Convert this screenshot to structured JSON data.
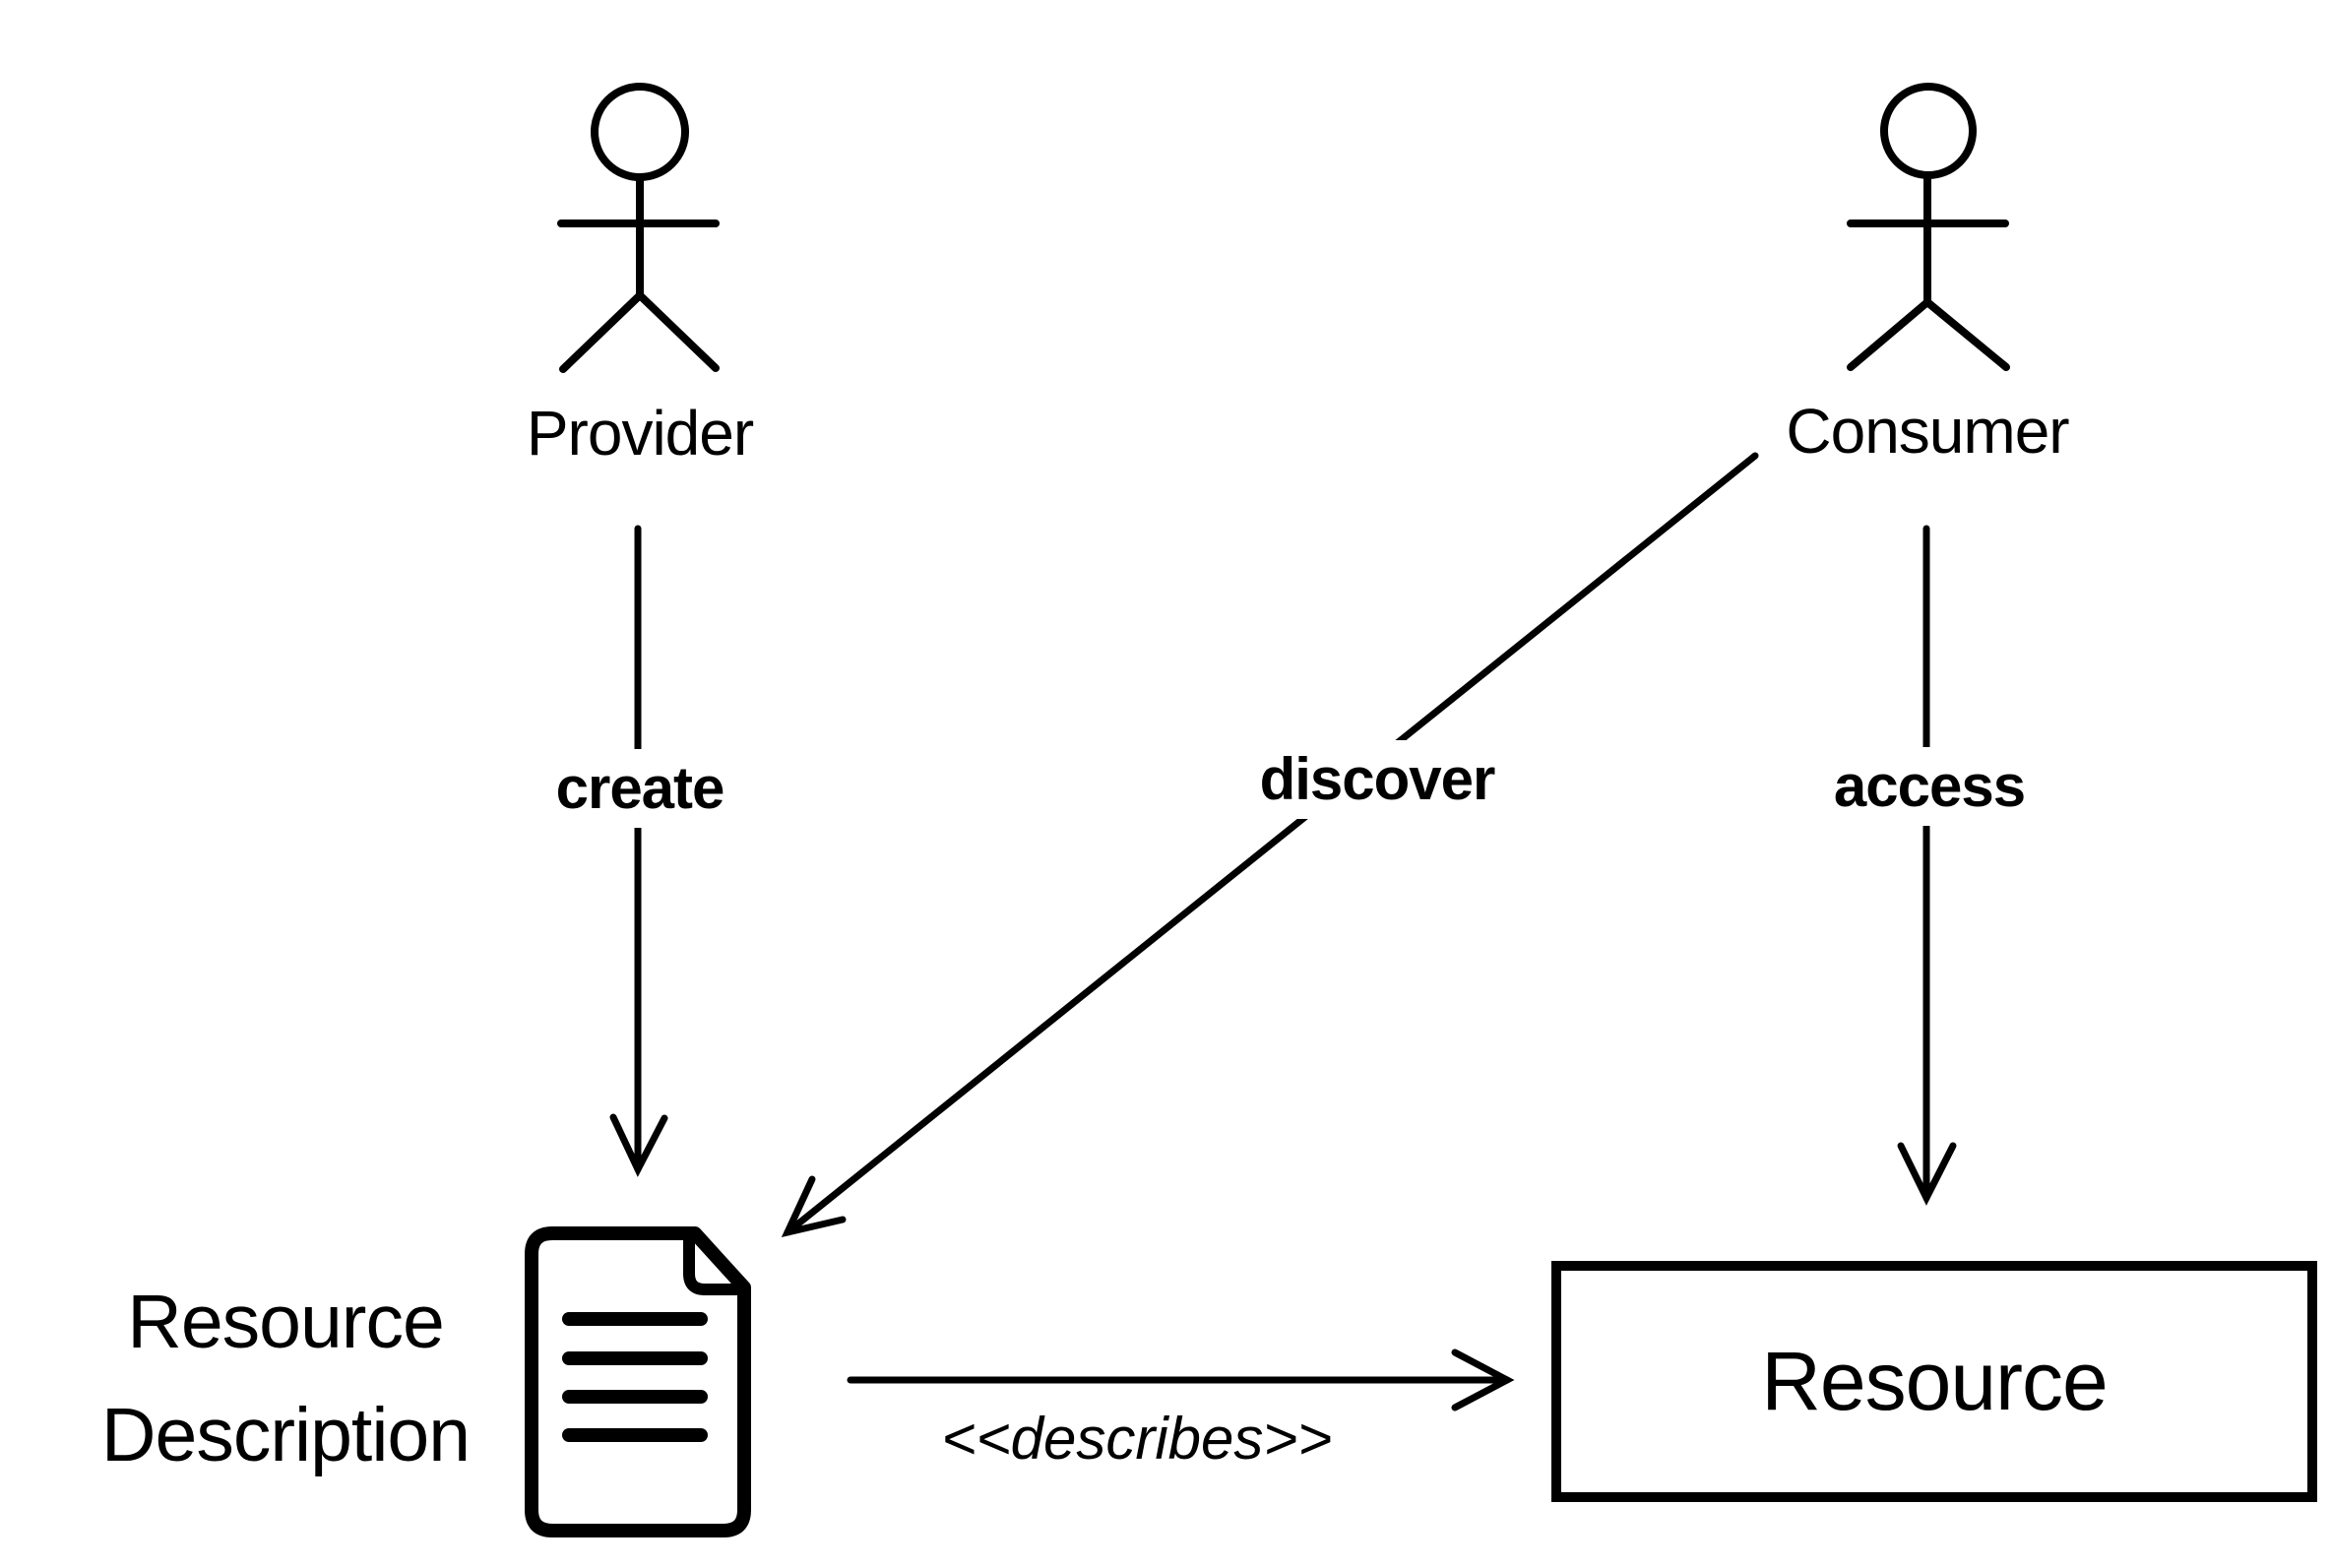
{
  "page": {
    "background_color": "#ffffff",
    "line_color": "#000000"
  },
  "actors": {
    "provider": {
      "label": "Provider"
    },
    "consumer": {
      "label": "Consumer"
    }
  },
  "nodes": {
    "resource_description": {
      "label_line1": "Resource",
      "label_line2": "Description",
      "icon": "document-icon"
    },
    "resource": {
      "label": "Resource"
    }
  },
  "edges": {
    "create": {
      "label": "create",
      "from": "Provider",
      "to": "Resource Description"
    },
    "discover": {
      "label": "discover",
      "from": "Consumer",
      "to": "Resource Description"
    },
    "access": {
      "label": "access",
      "from": "Consumer",
      "to": "Resource"
    },
    "describes": {
      "label": "<<describes>>",
      "from": "Resource Description",
      "to": "Resource"
    }
  }
}
